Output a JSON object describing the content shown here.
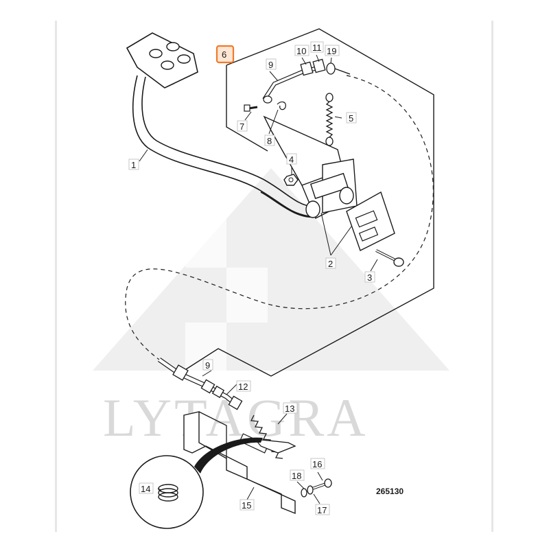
{
  "diagram": {
    "reference_number": "265130",
    "watermark": "LYTAGRA",
    "highlighted_callout": "6",
    "highlight_color": "#f07a2a",
    "callouts": [
      "1",
      "2",
      "3",
      "4",
      "5",
      "7",
      "8",
      "9",
      "10",
      "11",
      "19",
      "9",
      "12",
      "13",
      "14",
      "15",
      "16",
      "17",
      "18"
    ]
  }
}
